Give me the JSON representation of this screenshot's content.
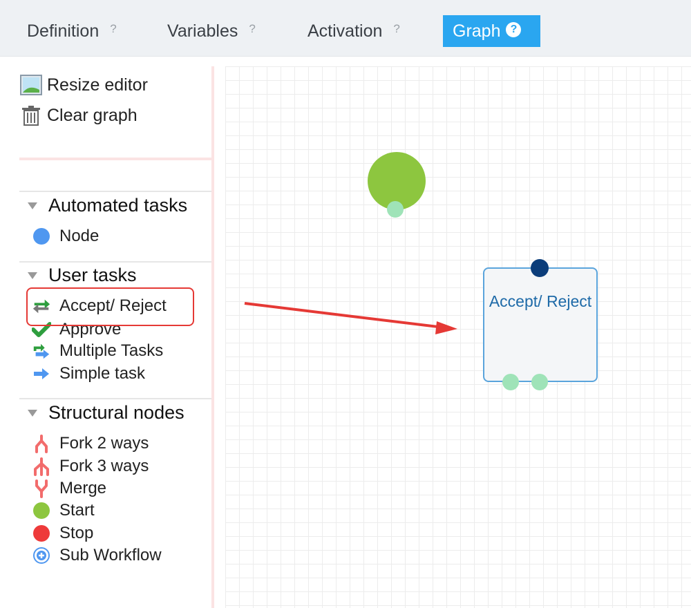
{
  "tabs": [
    {
      "label": "Definition",
      "help": "?"
    },
    {
      "label": "Variables",
      "help": "?"
    },
    {
      "label": "Activation",
      "help": "?"
    },
    {
      "label": "Graph",
      "help": "?",
      "active": true
    }
  ],
  "toolbar": {
    "resize_label": "Resize editor",
    "clear_label": "Clear graph"
  },
  "sections": {
    "automated": {
      "title": "Automated tasks",
      "items": [
        {
          "label": "Node",
          "icon": "blue-circle-icon"
        }
      ]
    },
    "user": {
      "title": "User tasks",
      "items": [
        {
          "label": "Accept/ Reject",
          "icon": "swap-arrows-icon"
        },
        {
          "label": "Approve",
          "icon": "checkmark-icon"
        },
        {
          "label": "Multiple Tasks",
          "icon": "multi-arrows-icon"
        },
        {
          "label": "Simple task",
          "icon": "right-arrow-icon"
        }
      ]
    },
    "structural": {
      "title": "Structural nodes",
      "items": [
        {
          "label": "Fork 2 ways",
          "icon": "fork-2-icon"
        },
        {
          "label": "Fork 3 ways",
          "icon": "fork-3-icon"
        },
        {
          "label": "Merge",
          "icon": "merge-icon"
        },
        {
          "label": "Start",
          "icon": "green-circle-icon"
        },
        {
          "label": "Stop",
          "icon": "red-circle-icon"
        },
        {
          "label": "Sub Workflow",
          "icon": "plus-circle-icon"
        }
      ]
    }
  },
  "canvas": {
    "task_node_label": "Accept/ Reject"
  },
  "colors": {
    "tab_active": "#2aa6f0",
    "start_node": "#8dc63f",
    "port": "#9fe3b8",
    "input_port": "#0b3d7a",
    "node_border": "#5aa4dc",
    "annotation": "#e53935"
  }
}
